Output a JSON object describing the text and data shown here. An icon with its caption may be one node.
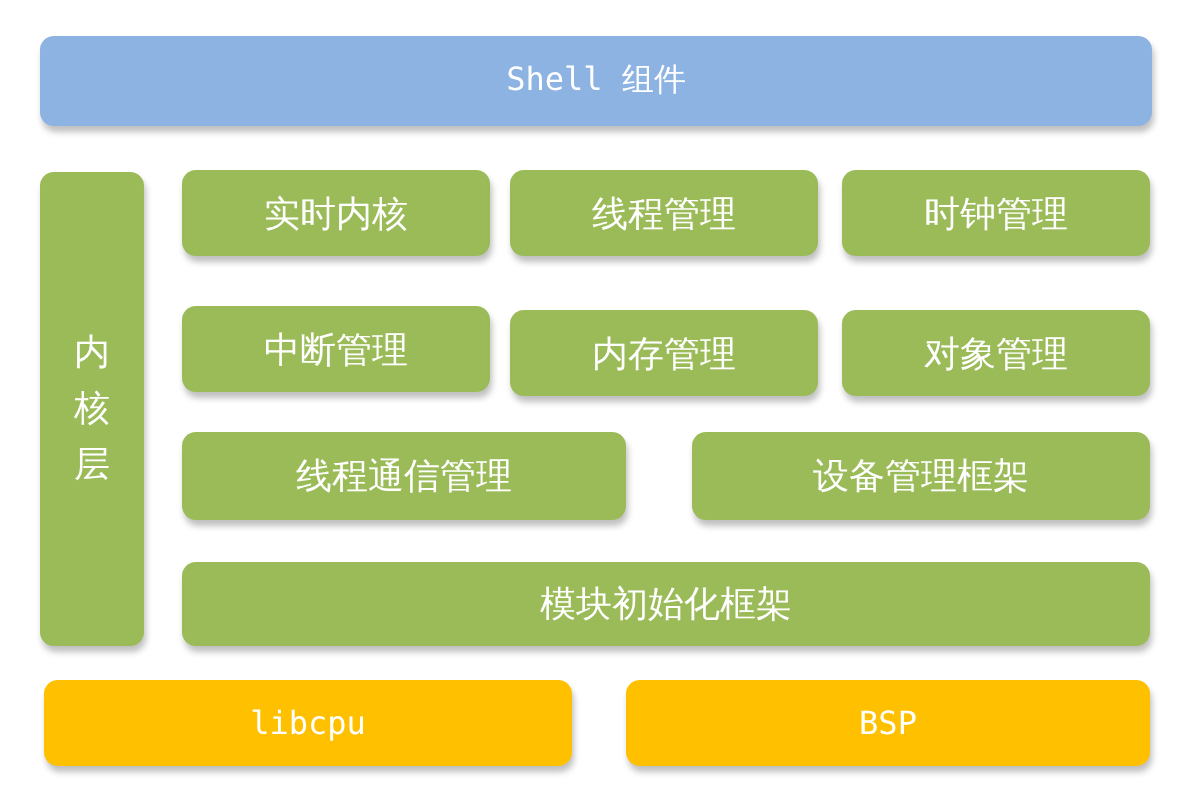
{
  "diagram": {
    "nodes": [
      {
        "text": [
          "Shell 组件"
        ]
      },
      {
        "text": [
          "内核层"
        ]
      },
      {
        "text": [
          "实时内核"
        ]
      },
      {
        "text": [
          "线程管理"
        ]
      },
      {
        "text": [
          "时钟管理"
        ]
      },
      {
        "text": [
          "中断管理"
        ]
      },
      {
        "text": [
          "内存管理"
        ]
      },
      {
        "text": [
          "对象管理"
        ]
      },
      {
        "text": [
          "线程通信管理"
        ]
      },
      {
        "text": [
          "设备管理框架"
        ]
      },
      {
        "text": [
          "模块初始化框架"
        ]
      },
      {
        "text": [
          "libcpu"
        ]
      },
      {
        "text": [
          "BSP"
        ]
      }
    ]
  }
}
